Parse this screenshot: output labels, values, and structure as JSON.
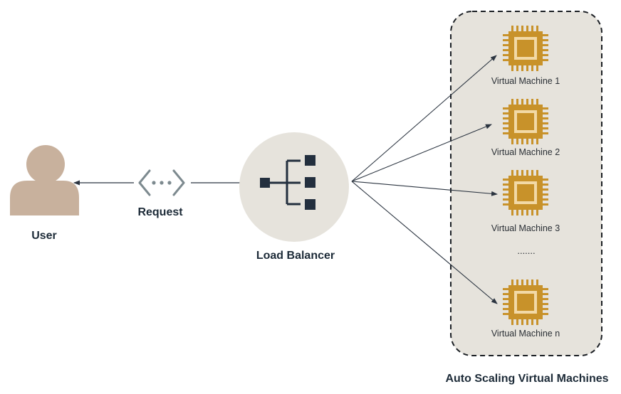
{
  "user": {
    "label": "User"
  },
  "request": {
    "label": "Request"
  },
  "load_balancer": {
    "label": "Load Balancer"
  },
  "group": {
    "label": "Auto Scaling Virtual Machines"
  },
  "vms": [
    {
      "label": "Virtual Machine 1"
    },
    {
      "label": "Virtual Machine 2"
    },
    {
      "label": "Virtual Machine 3"
    },
    {
      "label": "Virtual Machine n"
    }
  ],
  "ellipsis": ".......",
  "colors": {
    "chip": "#c8922a",
    "chip_inner": "#f2d9a6",
    "user": "#c8b19d",
    "group_fill": "#e6e3dc",
    "lb_fill": "#e6e3dc",
    "arrow": "#2b3440",
    "icon_dark": "#232f3e",
    "request_icon": "#7d8a8f"
  },
  "icons": {
    "user": "user-silhouette-icon",
    "request": "request-code-icon",
    "load_balancer": "load-balancer-icon",
    "vm": "cpu-chip-icon"
  }
}
